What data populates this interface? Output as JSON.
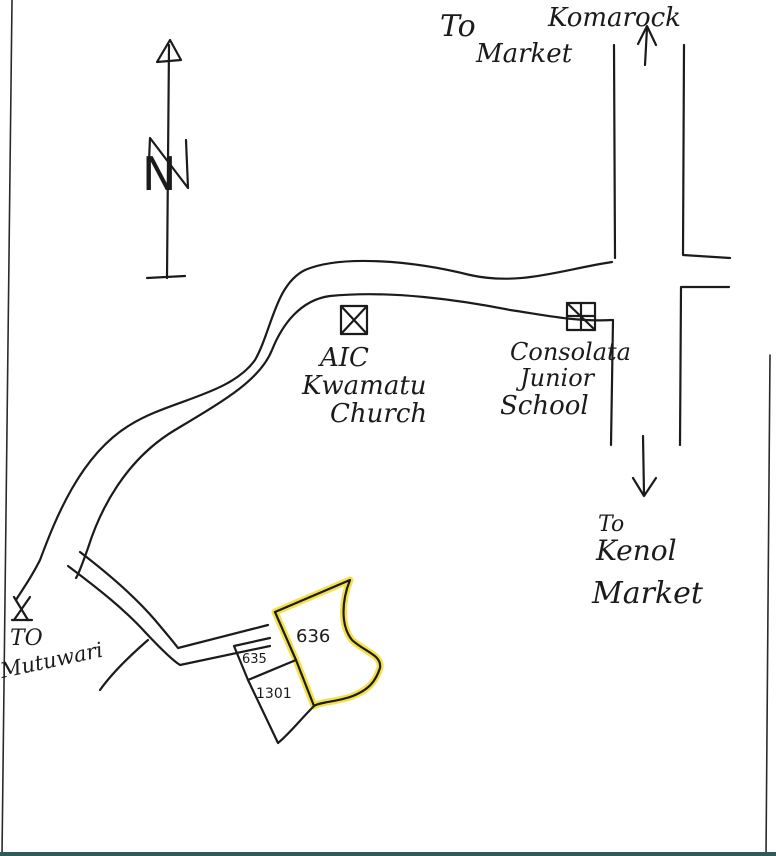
{
  "colors": {
    "ink": "#1b1b1b",
    "highlight": "#f4e04a",
    "paper": "#ffffff",
    "edge": "#2e5b57"
  },
  "north": {
    "letter": "N",
    "icon": "north-arrow-icon"
  },
  "directions": {
    "komarock": {
      "to": "To",
      "name": "Komarock",
      "suffix": "Market"
    },
    "kenol": {
      "to": "To",
      "name": "Kenol",
      "suffix": "Market"
    },
    "mutuwari": {
      "to": "TO",
      "name": "Mutuwari"
    }
  },
  "landmarks": {
    "church": {
      "line1": "AIC",
      "line2": "Kwamatu",
      "line3": "Church",
      "icon": "church-marker-icon"
    },
    "school": {
      "line1": "Consolata",
      "line2": "Junior",
      "line3": "School",
      "icon": "school-marker-icon"
    }
  },
  "parcels": {
    "p636": {
      "label": "636",
      "highlighted": true
    },
    "p635": {
      "label": "635"
    },
    "p1301": {
      "label": "1301"
    }
  }
}
